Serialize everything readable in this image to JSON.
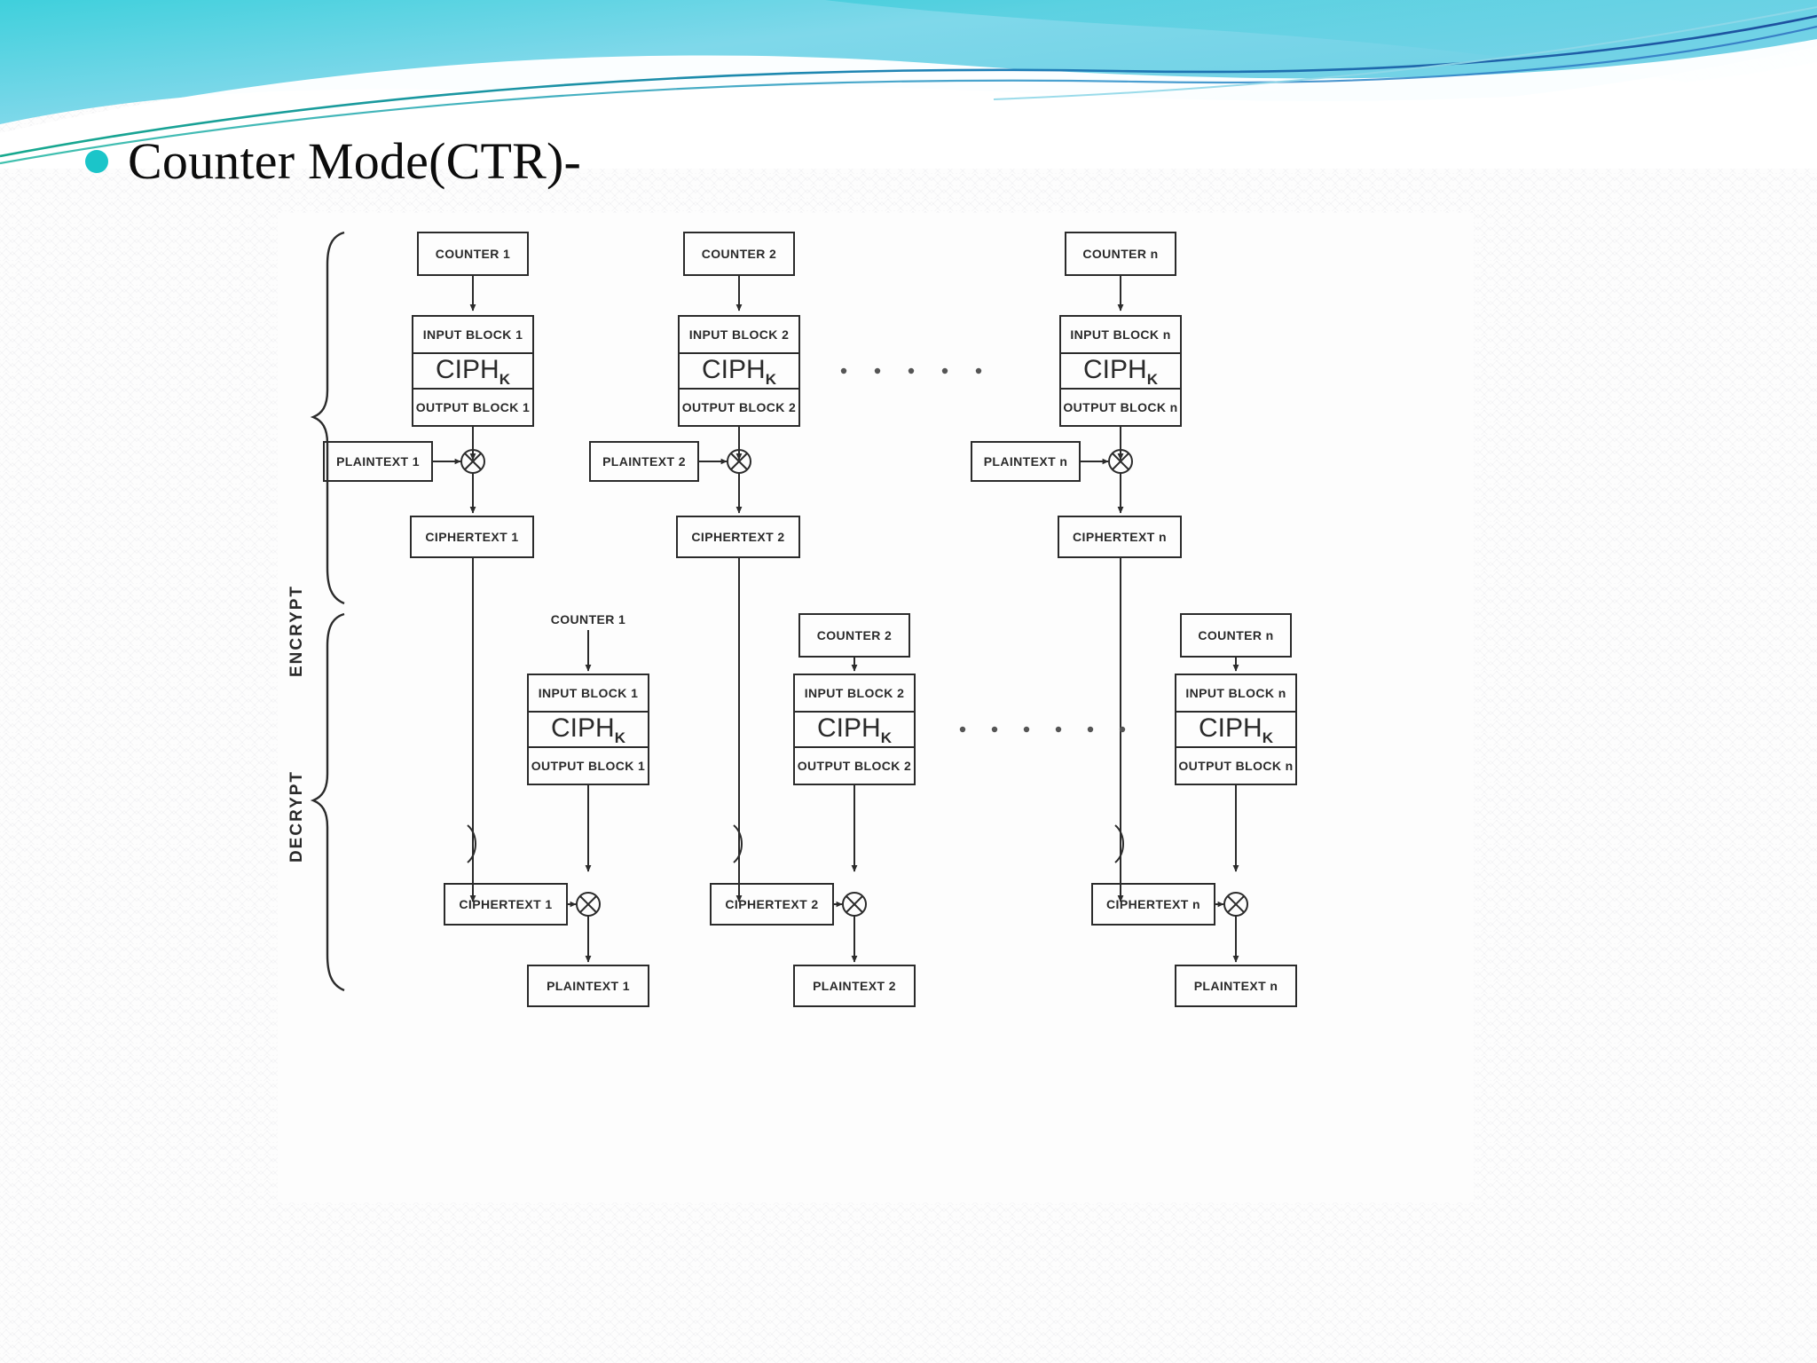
{
  "slide": {
    "title": "Counter Mode(CTR)-",
    "bullet_glyph": "•",
    "accent_color": "#1bc5c9",
    "header_colors": [
      "#5cd6e0",
      "#8fdcec",
      "#2f8fc4",
      "#1f8a7a",
      "#2a6fb5"
    ]
  },
  "diagram": {
    "kind": "block-flow",
    "caption": "",
    "sections": [
      {
        "id": "encrypt",
        "label": "ENCRYPT"
      },
      {
        "id": "decrypt",
        "label": "DECRYPT"
      }
    ],
    "encrypt": {
      "section_label": "ENCRYPT",
      "ellipsis": ". . . . .",
      "columns": [
        {
          "counter": "COUNTER 1",
          "counter_boxed": true,
          "input_block": "INPUT BLOCK 1",
          "cipher": "CIPH",
          "cipher_sub": "K",
          "output_block": "OUTPUT BLOCK 1",
          "operand_in": "PLAINTEXT 1",
          "xor": "⊕",
          "result": "CIPHERTEXT 1"
        },
        {
          "counter": "COUNTER 2",
          "counter_boxed": true,
          "input_block": "INPUT BLOCK 2",
          "cipher": "CIPH",
          "cipher_sub": "K",
          "output_block": "OUTPUT BLOCK 2",
          "operand_in": "PLAINTEXT 2",
          "xor": "⊕",
          "result": "CIPHERTEXT 2"
        },
        {
          "counter": "COUNTER n",
          "counter_boxed": true,
          "input_block": "INPUT BLOCK n",
          "cipher": "CIPH",
          "cipher_sub": "K",
          "output_block": "OUTPUT BLOCK n",
          "operand_in": "PLAINTEXT n",
          "xor": "⊕",
          "result": "CIPHERTEXT n"
        }
      ]
    },
    "decrypt": {
      "section_label": "DECRYPT",
      "ellipsis": ". . . . . .",
      "columns": [
        {
          "counter": "COUNTER 1",
          "counter_boxed": false,
          "input_block": "INPUT BLOCK 1",
          "cipher": "CIPH",
          "cipher_sub": "K",
          "output_block": "OUTPUT BLOCK 1",
          "operand_in": "CIPHERTEXT 1",
          "xor": "⊕",
          "result": "PLAINTEXT 1"
        },
        {
          "counter": "COUNTER 2",
          "counter_boxed": true,
          "input_block": "INPUT BLOCK 2",
          "cipher": "CIPH",
          "cipher_sub": "K",
          "output_block": "OUTPUT BLOCK 2",
          "operand_in": "CIPHERTEXT 2",
          "xor": "⊕",
          "result": "PLAINTEXT 2"
        },
        {
          "counter": "COUNTER n",
          "counter_boxed": true,
          "input_block": "INPUT BLOCK n",
          "cipher": "CIPH",
          "cipher_sub": "K",
          "output_block": "OUTPUT BLOCK n",
          "operand_in": "CIPHERTEXT n",
          "xor": "⊕",
          "result": "PLAINTEXT n"
        }
      ]
    }
  }
}
